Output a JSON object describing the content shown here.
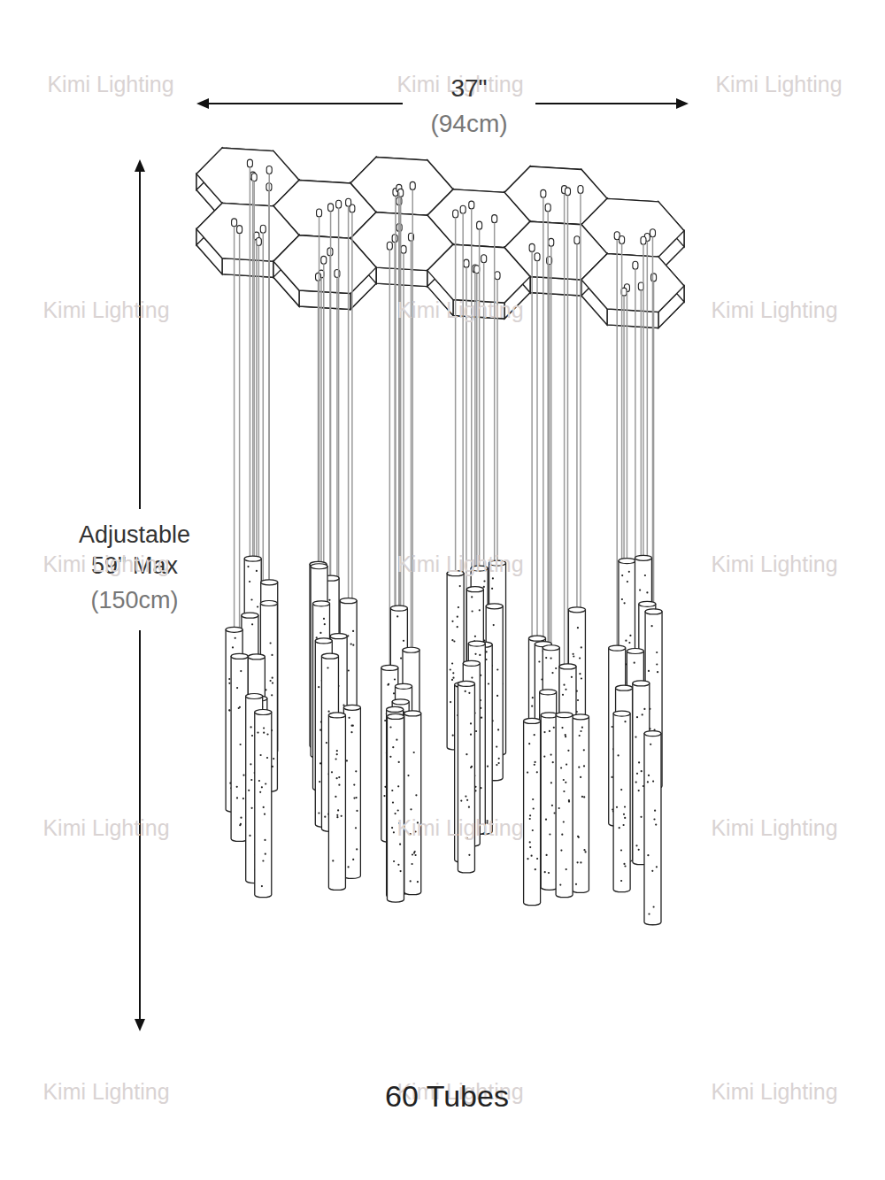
{
  "diagram": {
    "caption": "60 Tubes",
    "labels": [
      "Kimi Lighting",
      "Kimi Lighting",
      "Kimi Lighting",
      "37\"",
      "(94cm)",
      "Kimi Lighting",
      "Kimi Lighting",
      "Kimi Lighting",
      "Adjustable 59\" Max",
      "(150cm)",
      "Kimi Lighting",
      "Kimi Lighting",
      "Kimi Lighting",
      "Kimi Lighting",
      "Kimi Lighting",
      "Kimi Lighting",
      "Kimi Lighting",
      "Kimi Lighting",
      "Kimi Lighting"
    ]
  }
}
